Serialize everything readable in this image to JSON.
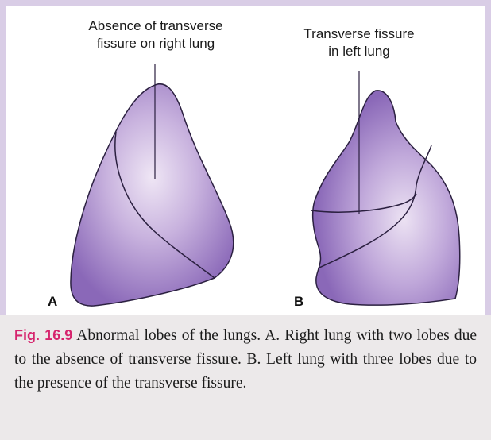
{
  "figure": {
    "label_a_text": "Absence of transverse\nfissure on right lung",
    "label_b_text": "Transverse fissure\nin left lung",
    "letter_a": "A",
    "letter_b": "B",
    "colors": {
      "lung_fill": "#9c7fc4",
      "lung_highlight": "#e6dcef",
      "outline": "#2b2040",
      "frame": "#d9cde6",
      "caption_bg": "#ece9ea",
      "fig_label": "#d6246e"
    }
  },
  "caption": {
    "fig_label": "Fig. 16.9",
    "text": " Abnormal lobes of the lungs. A. Right lung with two lobes due to the absence of transverse fissure. B. Left lung with three lobes due to the presence of the transverse fissure."
  }
}
